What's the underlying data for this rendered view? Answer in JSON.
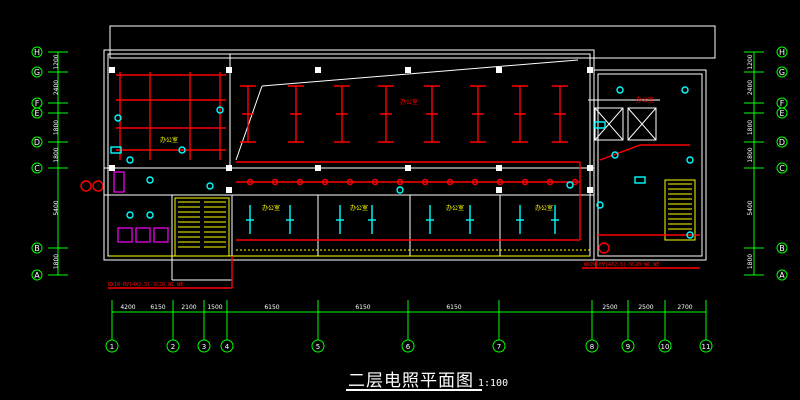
{
  "title": {
    "main": "二层电照平面图",
    "scale": "1:100"
  },
  "grid_rows": [
    "H",
    "G",
    "F",
    "E",
    "D",
    "C",
    "B",
    "A"
  ],
  "row_dims": [
    "1200",
    "2400",
    "1800",
    "1800",
    "5400",
    "1800"
  ],
  "column_bubbles": [
    "1",
    "2",
    "3",
    "4",
    "5",
    "6",
    "7",
    "8",
    "9",
    "10",
    "11"
  ],
  "column_dims": [
    "4200",
    "6150",
    "2100",
    "1500",
    "6150",
    "6150",
    "6150",
    "2500",
    "2500",
    "2700"
  ],
  "room_labels": [
    "办公室",
    "办公室",
    "办公室",
    "办公室",
    "办公室",
    "办公室",
    "办公室"
  ],
  "cable_notes": [
    "WX1N-BV(4X2.5)-SC20 WC WE",
    "WX2N-BV(4X2.5)-SC20 WC WE"
  ],
  "colors": {
    "background": "#000000",
    "walls": "#ffffff",
    "lighting": "#ff0000",
    "fixtures": "#00ffff",
    "axis_lines": "#00ff00",
    "equipment": "#ffff00",
    "fixtures_alt": "#ff00ff"
  }
}
